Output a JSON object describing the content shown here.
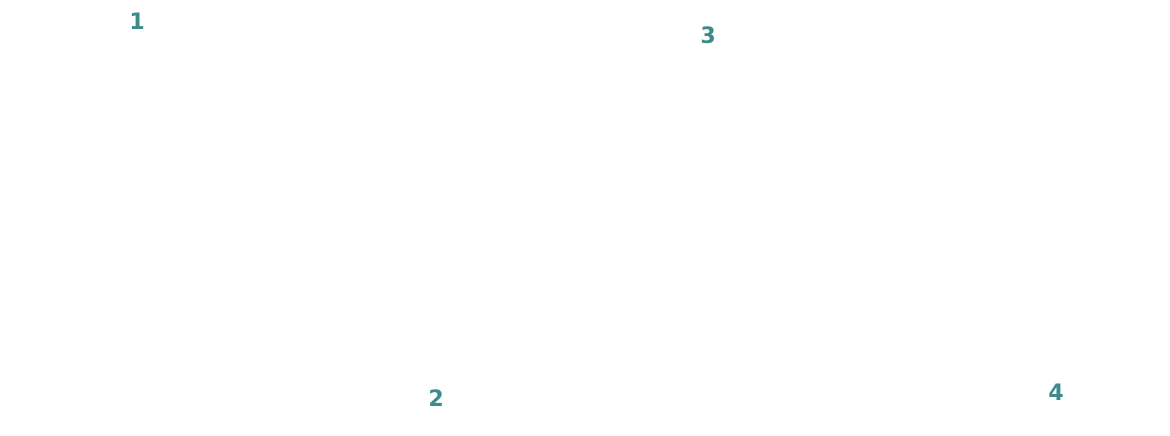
{
  "markers": [
    {
      "label": "1"
    },
    {
      "label": "2"
    },
    {
      "label": "3"
    },
    {
      "label": "4"
    }
  ],
  "colors": {
    "marker": "#3d8a8a",
    "background": "#ffffff"
  }
}
